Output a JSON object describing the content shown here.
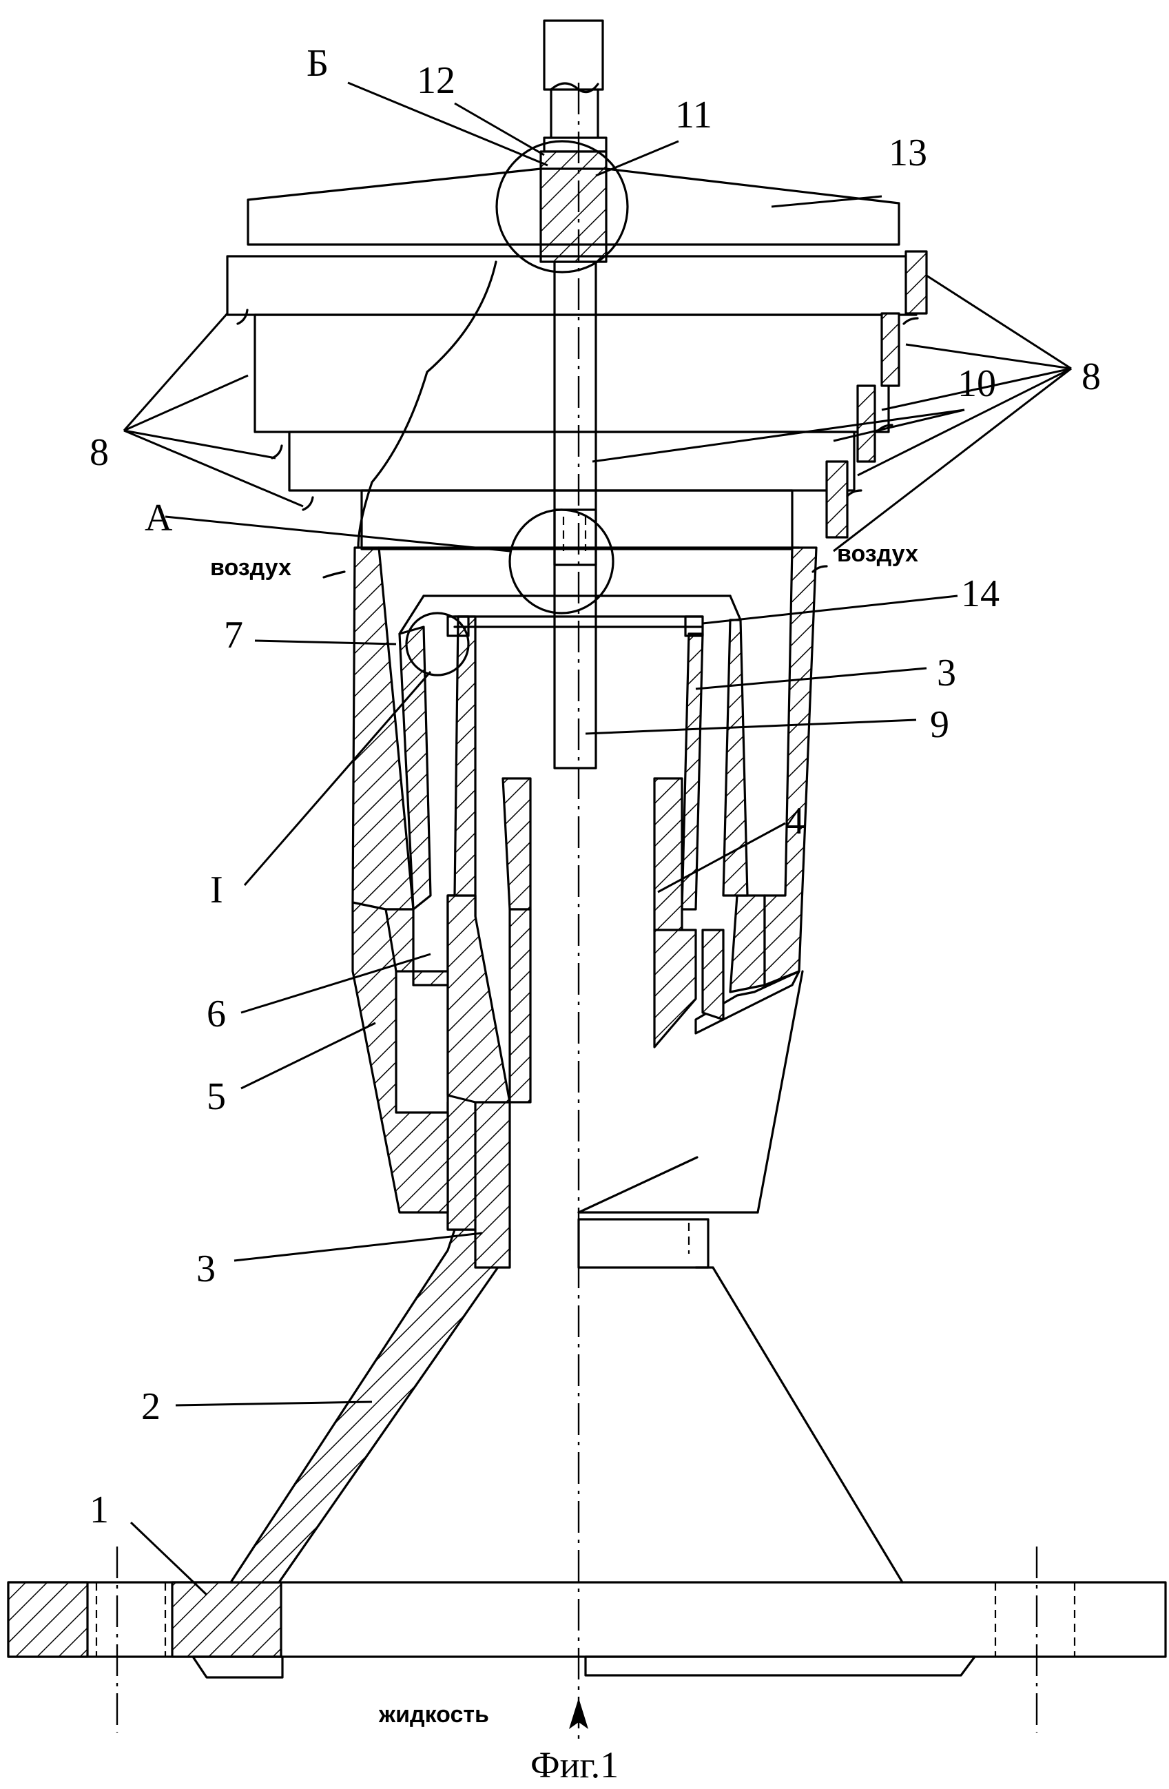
{
  "figure": {
    "caption": "Фиг.1",
    "flow_labels": {
      "air_left": "воздух",
      "air_right": "воздух",
      "liquid": "жидкость"
    },
    "callouts": {
      "p1": "1",
      "p2": "2",
      "p3_lower": "3",
      "p3_upper": "3",
      "p4": "4",
      "p5": "5",
      "p6": "6",
      "p7": "7",
      "p8_left": "8",
      "p8_right": "8",
      "p9": "9",
      "p10": "10",
      "p11": "11",
      "p12": "12",
      "p13": "13",
      "p14": "14",
      "detail_A": "А",
      "detail_B": "Б",
      "detail_I": "I"
    }
  }
}
